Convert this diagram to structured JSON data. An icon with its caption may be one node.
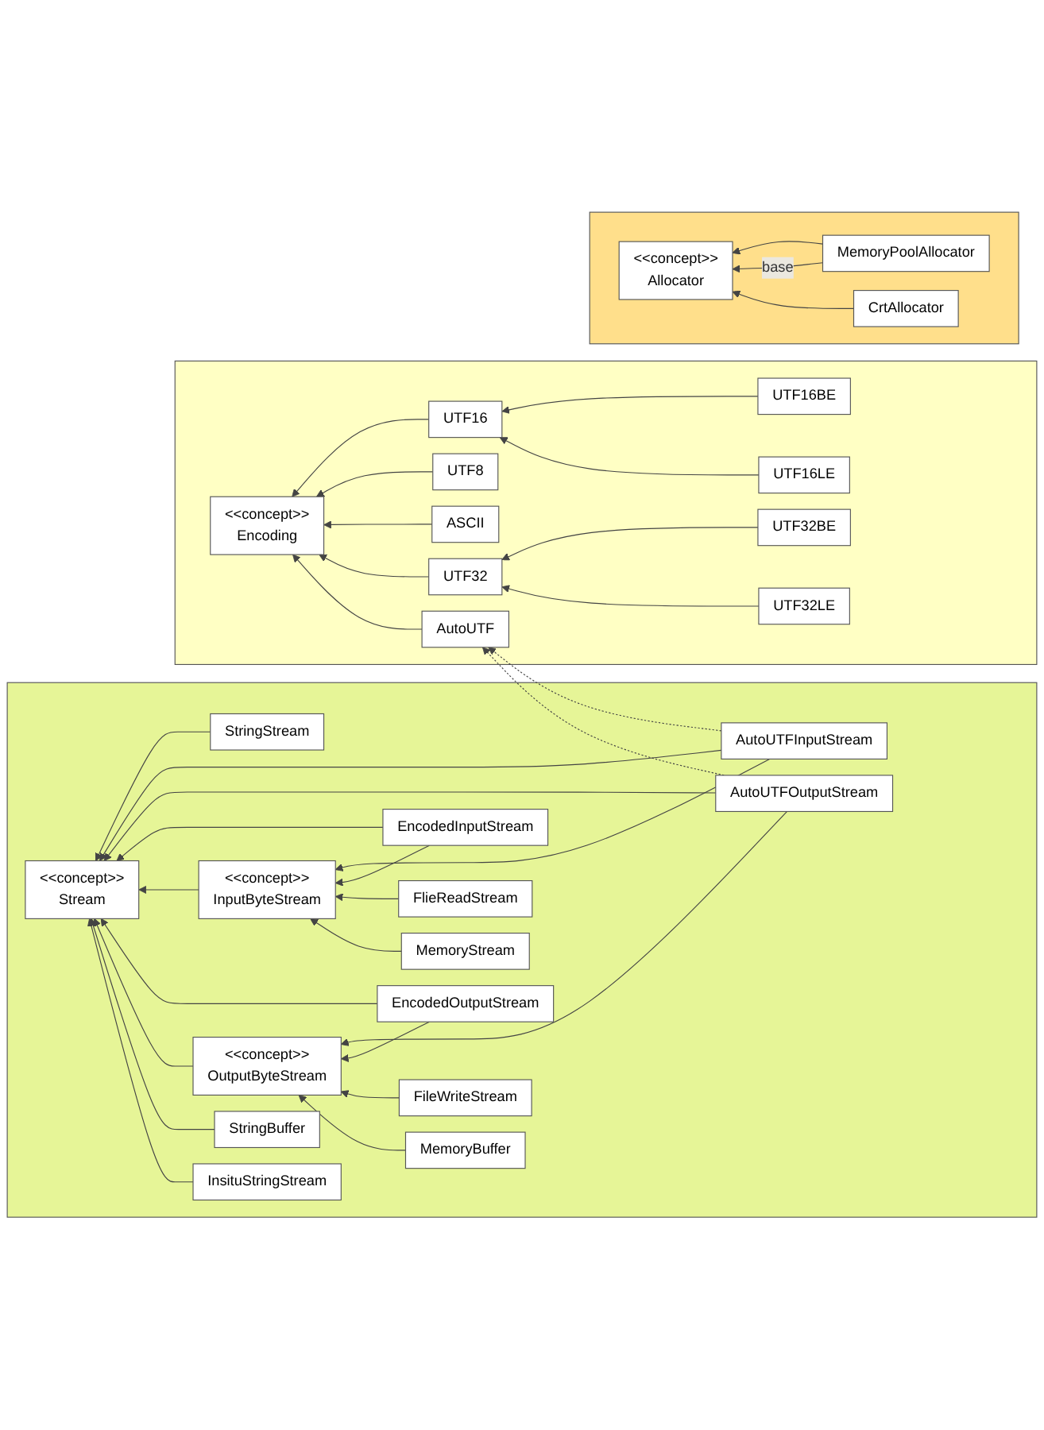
{
  "diagram": {
    "nodes": [
      {
        "text": [],
        "shape": "box"
      },
      {
        "text": [
          "<<concept>>",
          "Allocator"
        ],
        "in": 0
      },
      {
        "text": [
          "MemoryPoolAllocator"
        ],
        "in": 0
      },
      {
        "text": [
          "CrtAllocator"
        ],
        "in": 0
      },
      {
        "text": [],
        "shape": "box"
      },
      {
        "text": [
          "<<concept>>",
          "Encoding"
        ],
        "in": 4
      },
      {
        "text": [
          "UTF16"
        ],
        "in": 4
      },
      {
        "text": [
          "UTF16BE"
        ],
        "in": 4
      },
      {
        "text": [
          "UTF16LE"
        ],
        "in": 4
      },
      {
        "text": [
          "UTF8"
        ],
        "in": 4
      },
      {
        "text": [
          "ASCII"
        ],
        "in": 4
      },
      {
        "text": [
          "UTF32"
        ],
        "in": 4
      },
      {
        "text": [
          "UTF32BE"
        ],
        "in": 4
      },
      {
        "text": [
          "UTF32LE"
        ],
        "in": 4
      },
      {
        "text": [
          "AutoUTF"
        ],
        "in": 4
      },
      {
        "text": [],
        "shape": "box"
      },
      {
        "text": [
          "<<concept>>",
          "Stream"
        ],
        "in": 15
      },
      {
        "text": [
          "StringStream"
        ],
        "in": 15
      },
      {
        "text": [
          "AutoUTFInputStream"
        ],
        "in": 15
      },
      {
        "text": [
          "AutoUTFOutputStream"
        ],
        "in": 15
      },
      {
        "text": [
          "EncodedInputStream"
        ],
        "in": 15
      },
      {
        "text": [
          "EncodedOutputStream"
        ],
        "in": 15
      },
      {
        "text": [
          "StringBuffer"
        ],
        "in": 15
      },
      {
        "text": [
          "InsituStringStream"
        ],
        "in": 15
      },
      {
        "text": [
          "<<concept>>",
          "InputByteStream"
        ],
        "in": 15
      },
      {
        "text": [
          "<<concept>>",
          "OutputByteStream"
        ],
        "in": 15
      },
      {
        "text": [
          "FlieReadStream"
        ],
        "in": 15
      },
      {
        "text": [
          "MemoryStream"
        ],
        "in": 15
      },
      {
        "text": [
          "FileWriteStream"
        ],
        "in": 15
      },
      {
        "text": [
          "MemoryBuffer"
        ],
        "in": 15
      }
    ],
    "edges": [
      {
        "from": 2,
        "to": 1,
        "arrow": "to"
      },
      {
        "from": 2,
        "to": 1,
        "arrow": "to",
        "label": "base"
      },
      {
        "from": 3,
        "to": 1,
        "arrow": "to"
      },
      {
        "from": 6,
        "to": 5,
        "arrow": "to"
      },
      {
        "from": 7,
        "to": 6,
        "arrow": "to"
      },
      {
        "from": 8,
        "to": 6,
        "arrow": "to"
      },
      {
        "from": 9,
        "to": 5,
        "arrow": "to"
      },
      {
        "from": 10,
        "to": 5,
        "arrow": "to"
      },
      {
        "from": 11,
        "to": 5,
        "arrow": "to"
      },
      {
        "from": 12,
        "to": 11,
        "arrow": "to"
      },
      {
        "from": 13,
        "to": 11,
        "arrow": "to"
      },
      {
        "from": 14,
        "to": 5,
        "arrow": "to"
      },
      {
        "from": 18,
        "to": 14,
        "arrow": "to",
        "style": "dashed"
      },
      {
        "from": 19,
        "to": 14,
        "arrow": "to",
        "style": "dashed"
      },
      {
        "from": 17,
        "to": 16,
        "arrow": "to"
      },
      {
        "from": 18,
        "to": 16,
        "arrow": "to"
      },
      {
        "from": 19,
        "to": 16,
        "arrow": "to"
      },
      {
        "from": 20,
        "to": 16,
        "arrow": "to"
      },
      {
        "from": 24,
        "to": 16,
        "arrow": "to"
      },
      {
        "from": 21,
        "to": 16,
        "arrow": "to"
      },
      {
        "from": 25,
        "to": 16,
        "arrow": "to"
      },
      {
        "from": 22,
        "to": 16,
        "arrow": "to"
      },
      {
        "from": 23,
        "to": 16,
        "arrow": "to"
      },
      {
        "from": 18,
        "to": 24,
        "arrow": "to"
      },
      {
        "from": 19,
        "to": 25,
        "arrow": "to"
      },
      {
        "from": 20,
        "to": 24,
        "arrow": "to"
      },
      {
        "from": 21,
        "to": 25,
        "arrow": "to"
      },
      {
        "from": 26,
        "to": 24,
        "arrow": "to"
      },
      {
        "from": 27,
        "to": 24,
        "arrow": "to"
      },
      {
        "from": 28,
        "to": 25,
        "arrow": "to"
      },
      {
        "from": 29,
        "to": 25,
        "arrow": "to"
      }
    ]
  }
}
